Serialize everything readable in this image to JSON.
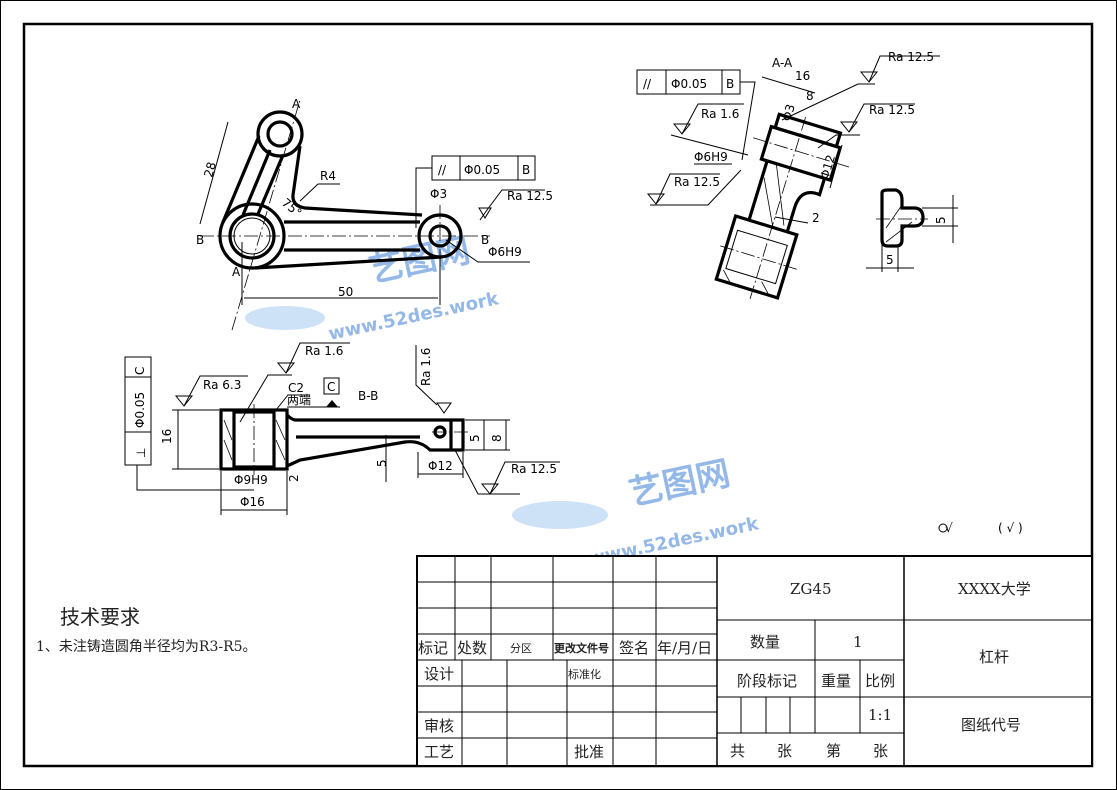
{
  "drawing": {
    "main_view": {
      "dim_28": "28",
      "dim_50": "50",
      "radius": "R4",
      "angle": "75°",
      "hole_small": "Φ3",
      "hole_bore": "Φ6H9",
      "roughness": "Ra 12.5",
      "tolerance_symbol": "//",
      "tolerance_value": "Φ0.05",
      "tolerance_datum": "B",
      "section_A": "A",
      "section_B": "B"
    },
    "section_aa": {
      "title": "A-A",
      "dim_16": "16",
      "dim_8": "8",
      "dim_phi3": "Φ3",
      "dim_phi6h9": "Φ6H9",
      "dim_phi12": "Φ12",
      "dim_2": "2",
      "ra_top": "Ra 12.5",
      "ra_right": "Ra 12.5",
      "ra_left_top": "Ra 1.6",
      "ra_left_bottom": "Ra 12.5",
      "tolerance_symbol": "//",
      "tolerance_value": "Φ0.05",
      "tolerance_datum": "B"
    },
    "cross_section": {
      "dim_h": "5",
      "dim_w": "5"
    },
    "section_bb": {
      "title": "B-B",
      "dim_16": "16",
      "dim_phi9h9": "Φ9H9",
      "dim_phi16": "Φ16",
      "dim_2": "2",
      "dim_5": "5",
      "dim_phi12": "Φ12",
      "dim_5b": "5",
      "dim_8": "8",
      "chamfer": "C2",
      "chamfer_note": "两端",
      "datum": "C",
      "ra_6_3": "Ra 6.3",
      "ra_1_6": "Ra 1.6",
      "ra_1_6_right": "Ra 1.6",
      "ra_12_5": "Ra 12.5",
      "tolerance_symbol": "⊥",
      "tolerance_value": "Φ0.05",
      "tolerance_datum": "C"
    },
    "general_roughness": {
      "symbol": "√",
      "bracket_symbol": "( √ )"
    }
  },
  "notes": {
    "title": "技术要求",
    "items": [
      "1、未注铸造圆角半径均为R3-R5。"
    ]
  },
  "title_block": {
    "material": "ZG45",
    "school": "XXXX大学",
    "part_name": "杠杆",
    "drawing_code": "图纸代号",
    "quantity_label": "数量",
    "quantity_value": "1",
    "stage_label": "阶段标记",
    "weight_label": "重量",
    "scale_label": "比例",
    "scale_value": "1:1",
    "sheets": [
      "共",
      "张",
      "第",
      "张"
    ],
    "revision_headers": [
      "标记",
      "处数",
      "分区",
      "更改文件号",
      "签名",
      "年/月/日"
    ],
    "design": "设计",
    "standardize": "标准化",
    "review": "审核",
    "process": "工艺",
    "approve": "批准"
  },
  "watermark": {
    "logo": "艺图网",
    "url": "www.52des.work"
  }
}
